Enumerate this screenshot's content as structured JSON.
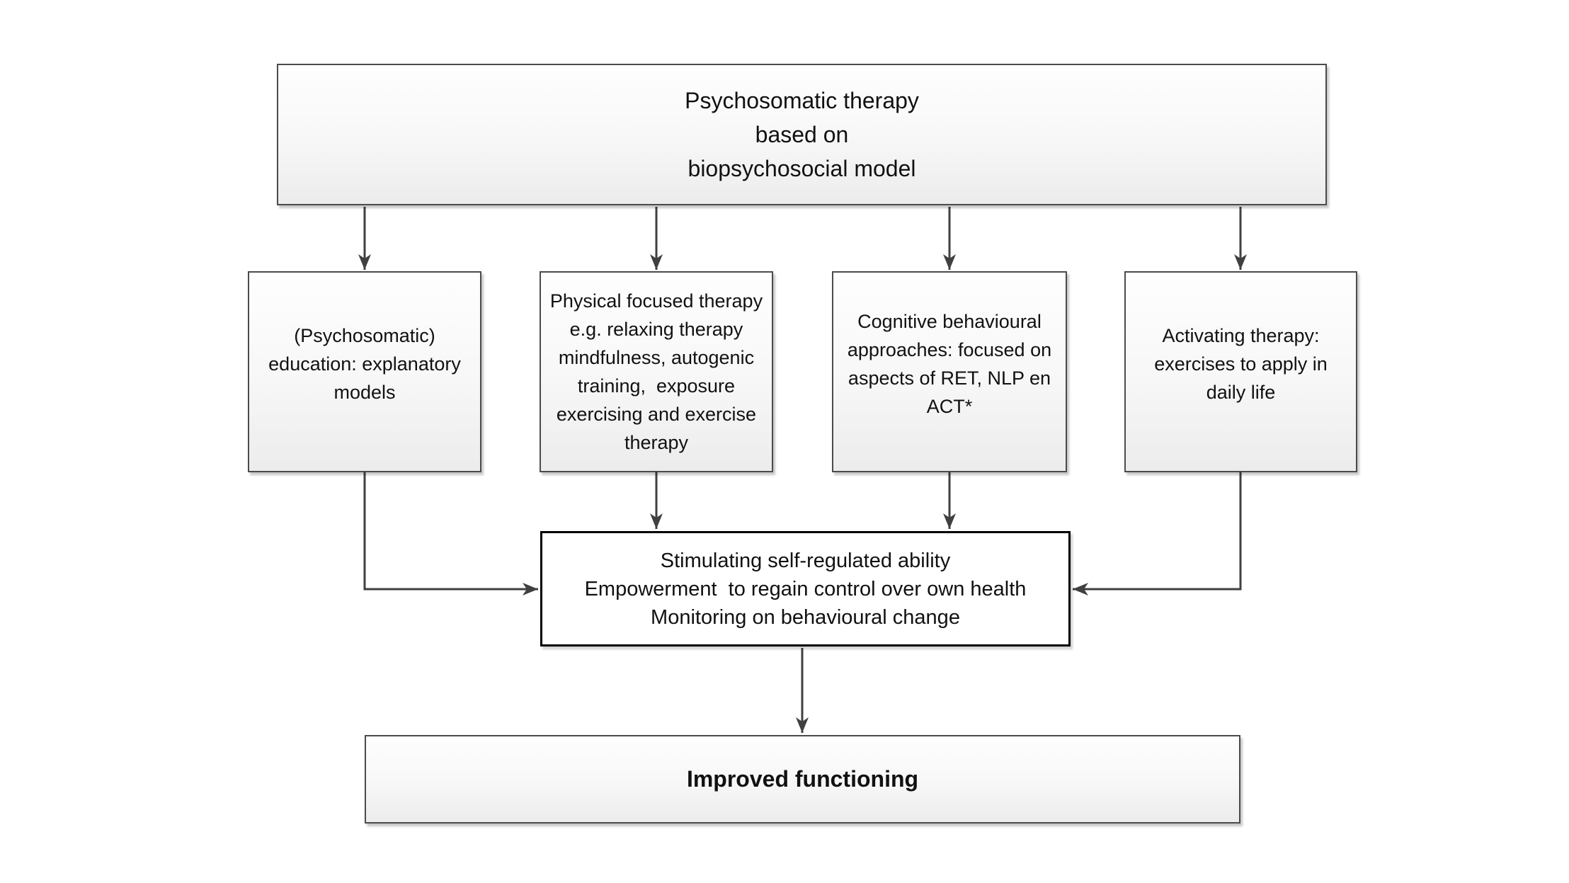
{
  "nodes": {
    "root": {
      "text": "Psychosomatic therapy\nbased on\nbiopsychosocial model"
    },
    "education": {
      "text": "(Psychosomatic)\neducation: explanatory\nmodels"
    },
    "physical": {
      "text": "Physical focused therapy\ne.g. relaxing therapy\nmindfulness, autogenic\ntraining,  exposure\nexercising and exercise\ntherapy"
    },
    "cognitive": {
      "text": "Cognitive behavioural\napproaches: focused on\naspects of RET, NLP en\nACT*"
    },
    "activating": {
      "text": "Activating therapy:\nexercises to apply in\ndaily life"
    },
    "self_regulation": {
      "text": "Stimulating self-regulated ability\nEmpowerment  to regain control over own health\nMonitoring on behavioural change"
    },
    "outcome": {
      "text": "Improved functioning"
    }
  },
  "edges": [
    {
      "from": "root",
      "to": "education"
    },
    {
      "from": "root",
      "to": "physical"
    },
    {
      "from": "root",
      "to": "cognitive"
    },
    {
      "from": "root",
      "to": "activating"
    },
    {
      "from": "education",
      "to": "self_regulation"
    },
    {
      "from": "physical",
      "to": "self_regulation"
    },
    {
      "from": "cognitive",
      "to": "self_regulation"
    },
    {
      "from": "activating",
      "to": "self_regulation"
    },
    {
      "from": "self_regulation",
      "to": "outcome"
    }
  ],
  "colors": {
    "background": "#ffffff",
    "box_border": "#4b4b4b",
    "central_border": "#000000",
    "arrow": "#404040",
    "text": "#111111",
    "fill_top": "#fefefe",
    "fill_bottom": "#ececec",
    "central_fill": "#ffffff"
  }
}
